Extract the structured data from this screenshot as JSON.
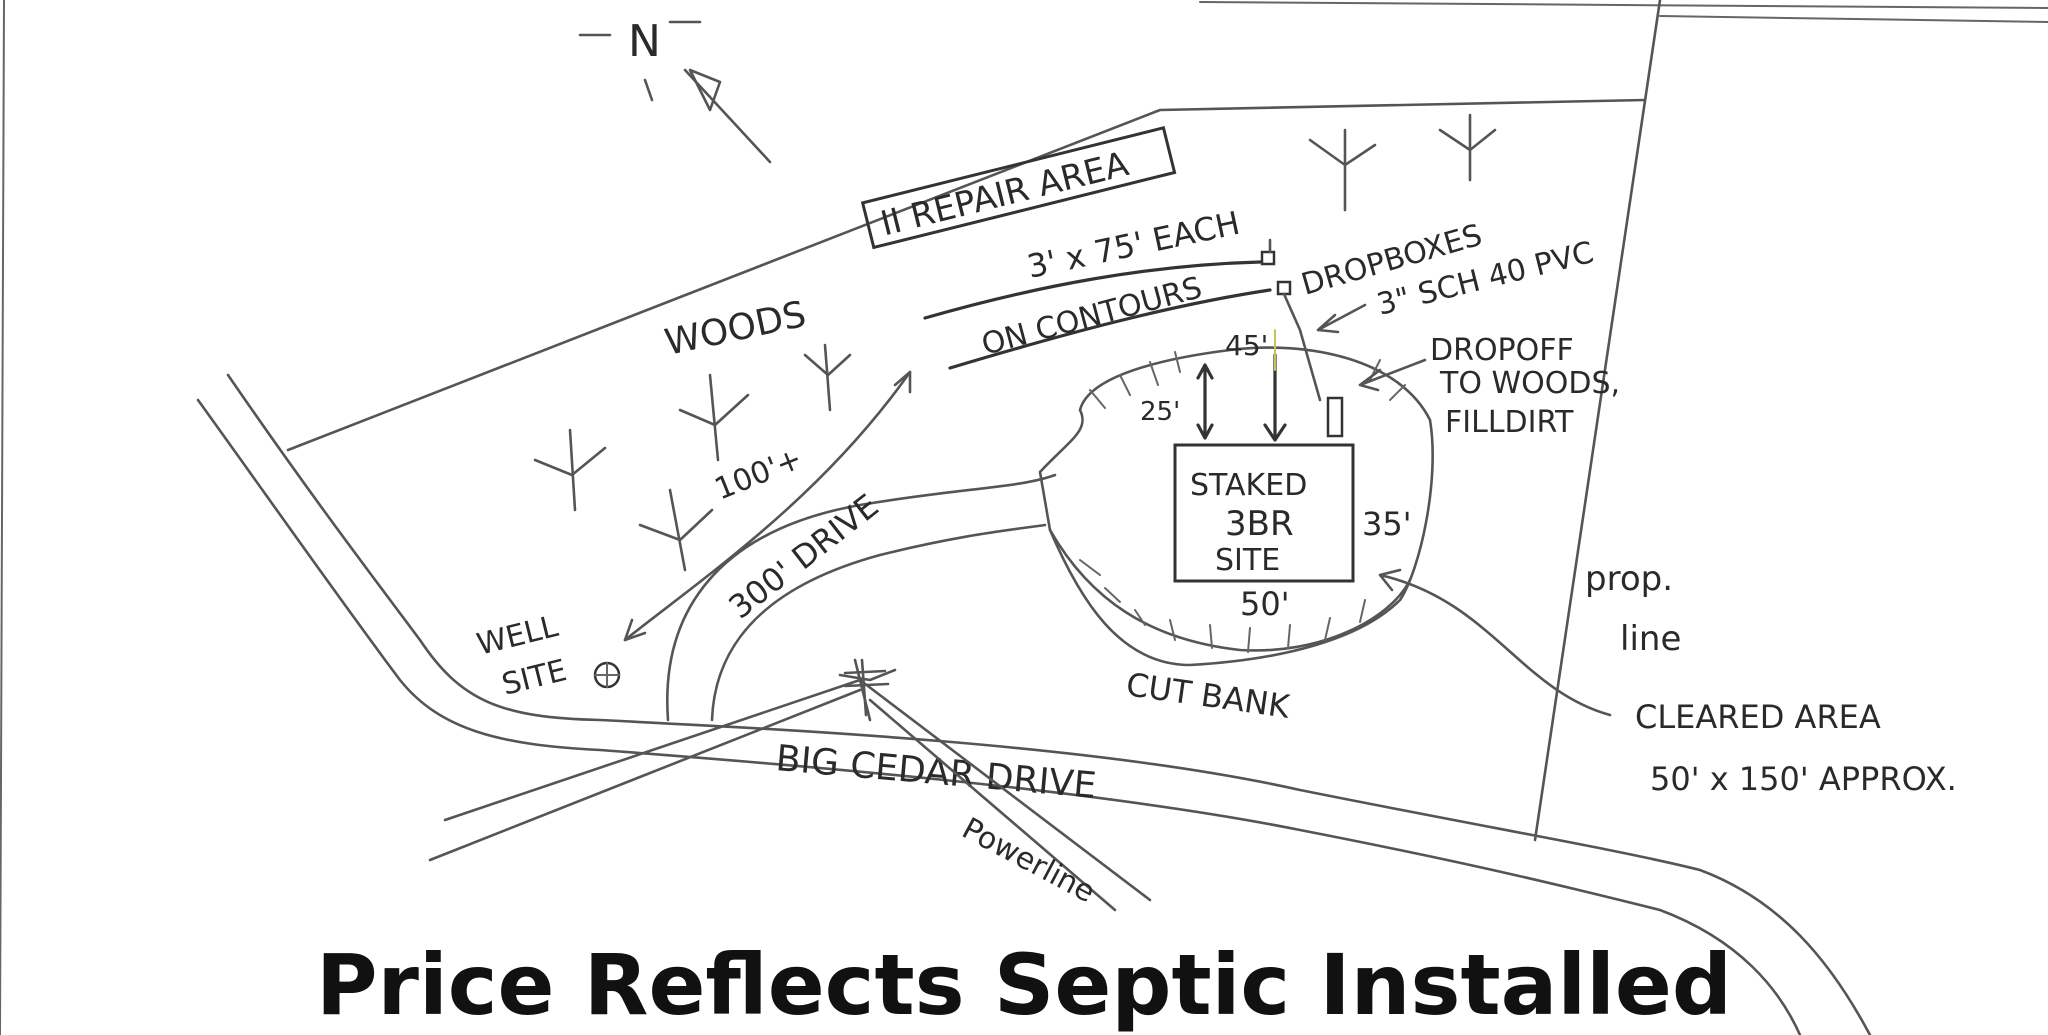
{
  "labels": {
    "north": "N",
    "repair_area": "II REPAIR AREA",
    "trench_size": "3' x 75' EACH",
    "on_contours": "ON CONTOURS",
    "dropboxes": "DROPBOXES",
    "pipe": "3\" SCH 40 PVC",
    "woods": "WOODS",
    "dist_100": "100'+",
    "dropoff_1": "DROPOFF",
    "dropoff_2": "TO WOODS,",
    "dropoff_3": "FILLDIRT",
    "dim_45": "45'",
    "dim_25": "25'",
    "dim_35": "35'",
    "dim_50": "50'",
    "staked_1": "STAKED",
    "staked_2": "3BR",
    "staked_3": "SITE",
    "drive": "300' DRIVE",
    "well_1": "WELL",
    "well_2": "SITE",
    "cut_bank": "CUT BANK",
    "prop_1": "prop.",
    "prop_2": "line",
    "cleared_1": "CLEARED AREA",
    "cleared_2": "50' x 150' APPROX.",
    "road": "BIG CEDAR DRIVE",
    "powerline": "Powerline"
  },
  "banner": "Price Reflects Septic Installed"
}
